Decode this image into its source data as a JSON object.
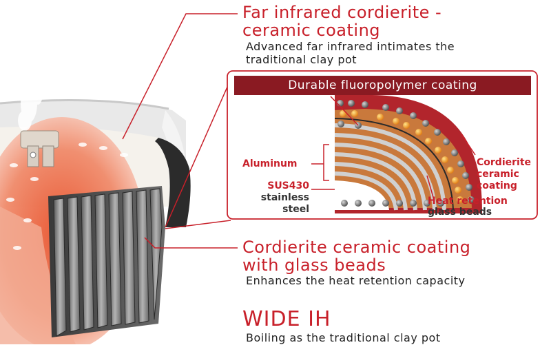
{
  "colors": {
    "accent_red": "#c8202a",
    "banner_red": "#8a1a22",
    "text_dark": "#222222"
  },
  "callouts": {
    "top": {
      "title_line1": "Far infrared cordierite -",
      "title_line2": "ceramic coating",
      "desc_line1": "Advanced far infrared intimates the",
      "desc_line2": "traditional clay pot"
    },
    "middle": {
      "title_line1": "Cordierite ceramic coating",
      "title_line2": "with glass beads",
      "desc": "Enhances the heat retention capacity"
    },
    "bottom": {
      "title": "WIDE IH",
      "desc": "Boiling as the traditional clay pot"
    }
  },
  "inset": {
    "banner": "Durable fluoropolymer coating",
    "aluminum": "Aluminum",
    "sus_line1": "SUS430",
    "sus_line2": "stainless",
    "sus_line3": "steel",
    "cordierite_line1": "Cordierite",
    "cordierite_line2": "ceramic",
    "cordierite_line3": "coating",
    "beads_line1": "Heat retention",
    "beads_line2": "glass beads"
  }
}
